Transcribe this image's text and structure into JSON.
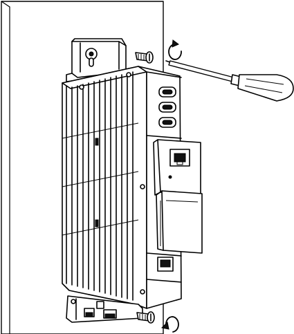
{
  "figure": {
    "type": "wall-mount installation illustration",
    "elements": [
      "wall-panel",
      "upper-mounting-bracket",
      "lower-mounting-bracket",
      "device-housing",
      "heatsink-fins",
      "port-module",
      "screwdriver",
      "upper-screw",
      "lower-screw",
      "rotation-arrow-upper",
      "rotation-arrow-lower"
    ],
    "colors": {
      "line": "#000000",
      "fill": "#ffffff",
      "dark": "#111111"
    },
    "rotation_direction": "clockwise"
  }
}
